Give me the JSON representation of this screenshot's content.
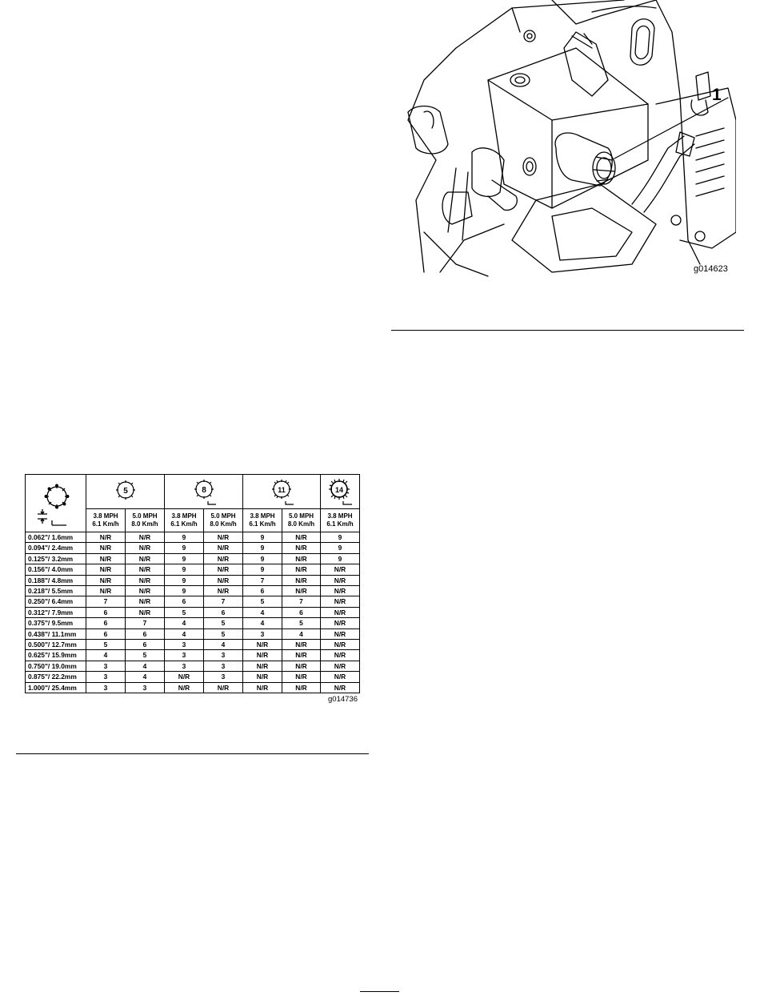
{
  "figure": {
    "callout": "1",
    "code": "g014623"
  },
  "chart": {
    "code": "g014736",
    "blade_groups": [
      {
        "blades": "5",
        "icon": "reel-5-blade-icon",
        "speeds": [
          [
            "3.8 MPH",
            "6.1 Km/h"
          ],
          [
            "5.0 MPH",
            "8.0 Km/h"
          ]
        ]
      },
      {
        "blades": "8",
        "icon": "reel-8-blade-icon",
        "speeds": [
          [
            "3.8 MPH",
            "6.1 Km/h"
          ],
          [
            "5.0 MPH",
            "8.0 Km/h"
          ]
        ]
      },
      {
        "blades": "11",
        "icon": "reel-11-blade-icon",
        "speeds": [
          [
            "3.8 MPH",
            "6.1 Km/h"
          ],
          [
            "5.0 MPH",
            "8.0 Km/h"
          ]
        ]
      },
      {
        "blades": "14",
        "icon": "reel-14-blade-icon",
        "speeds": [
          [
            "3.8 MPH",
            "6.1 Km/h"
          ]
        ]
      }
    ],
    "rows": [
      {
        "hoc": "0.062\"/ 1.6mm",
        "values": [
          "N/R",
          "N/R",
          "9",
          "N/R",
          "9",
          "N/R",
          "9"
        ]
      },
      {
        "hoc": "0.094\"/ 2.4mm",
        "values": [
          "N/R",
          "N/R",
          "9",
          "N/R",
          "9",
          "N/R",
          "9"
        ]
      },
      {
        "hoc": "0.125\"/ 3.2mm",
        "values": [
          "N/R",
          "N/R",
          "9",
          "N/R",
          "9",
          "N/R",
          "9"
        ]
      },
      {
        "hoc": "0.156\"/ 4.0mm",
        "values": [
          "N/R",
          "N/R",
          "9",
          "N/R",
          "9",
          "N/R",
          "N/R"
        ]
      },
      {
        "hoc": "0.188\"/ 4.8mm",
        "values": [
          "N/R",
          "N/R",
          "9",
          "N/R",
          "7",
          "N/R",
          "N/R"
        ]
      },
      {
        "hoc": "0.218\"/ 5.5mm",
        "values": [
          "N/R",
          "N/R",
          "9",
          "N/R",
          "6",
          "N/R",
          "N/R"
        ]
      },
      {
        "hoc": "0.250\"/ 6.4mm",
        "values": [
          "7",
          "N/R",
          "6",
          "7",
          "5",
          "7",
          "N/R"
        ]
      },
      {
        "hoc": "0.312\"/ 7.9mm",
        "values": [
          "6",
          "N/R",
          "5",
          "6",
          "4",
          "6",
          "N/R"
        ]
      },
      {
        "hoc": "0.375\"/ 9.5mm",
        "values": [
          "6",
          "7",
          "4",
          "5",
          "4",
          "5",
          "N/R"
        ]
      },
      {
        "hoc": "0.438\"/ 11.1mm",
        "values": [
          "6",
          "6",
          "4",
          "5",
          "3",
          "4",
          "N/R"
        ]
      },
      {
        "hoc": "0.500\"/ 12.7mm",
        "values": [
          "5",
          "6",
          "3",
          "4",
          "N/R",
          "N/R",
          "N/R"
        ]
      },
      {
        "hoc": "0.625\"/ 15.9mm",
        "values": [
          "4",
          "5",
          "3",
          "3",
          "N/R",
          "N/R",
          "N/R"
        ]
      },
      {
        "hoc": "0.750\"/ 19.0mm",
        "values": [
          "3",
          "4",
          "3",
          "3",
          "N/R",
          "N/R",
          "N/R"
        ]
      },
      {
        "hoc": "0.875\"/ 22.2mm",
        "values": [
          "3",
          "4",
          "N/R",
          "3",
          "N/R",
          "N/R",
          "N/R"
        ]
      },
      {
        "hoc": "1.000\"/ 25.4mm",
        "values": [
          "3",
          "3",
          "N/R",
          "N/R",
          "N/R",
          "N/R",
          "N/R"
        ]
      }
    ]
  }
}
